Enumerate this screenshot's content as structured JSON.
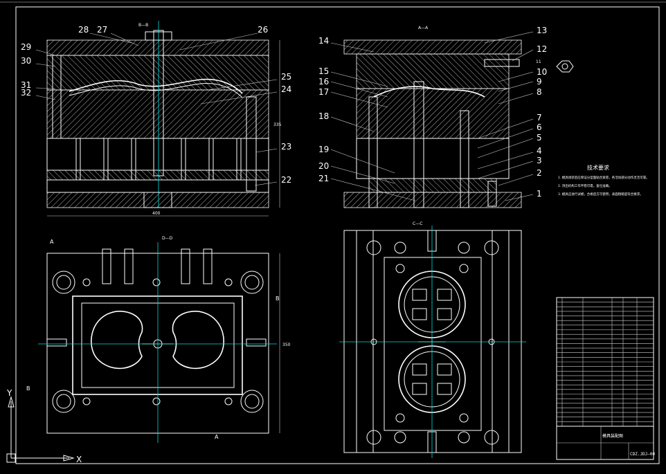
{
  "views": {
    "top_left_label": "B—B",
    "top_right_label": "A—A",
    "bottom_left_label": "D—D",
    "bottom_right_label": "C—C"
  },
  "part_numbers_left": [
    "28",
    "27",
    "26",
    "29",
    "30",
    "25",
    "31",
    "24",
    "32",
    "23",
    "22"
  ],
  "part_numbers_right": [
    "13",
    "14",
    "12",
    "11",
    "10",
    "15",
    "9",
    "16",
    "8",
    "17",
    "7",
    "18",
    "6",
    "5",
    "4",
    "19",
    "3",
    "20",
    "2",
    "21",
    "1"
  ],
  "dimensions": {
    "overall_width": "400",
    "height_left": "335",
    "plan_height": "350"
  },
  "section_markers": {
    "a_top": "A",
    "b_right": "B",
    "b_left": "B",
    "a_bottom": "A"
  },
  "notes": {
    "title": "技术要求",
    "lines": [
      "1. 模具组装后应保证分型面贴合紧密，各活动部分动作灵活可靠。",
      "2. 顶出机构工作平稳可靠，复位准确。",
      "3. 模具应进行试模，合格后方可使用，表面粗糙度符合要求。"
    ]
  },
  "title_block": {
    "drawing_number": "CDZ.JDJ—00",
    "drawing_name": "模具装配图",
    "rows": 28
  },
  "ucs": {
    "x": "X",
    "y": "Y"
  }
}
